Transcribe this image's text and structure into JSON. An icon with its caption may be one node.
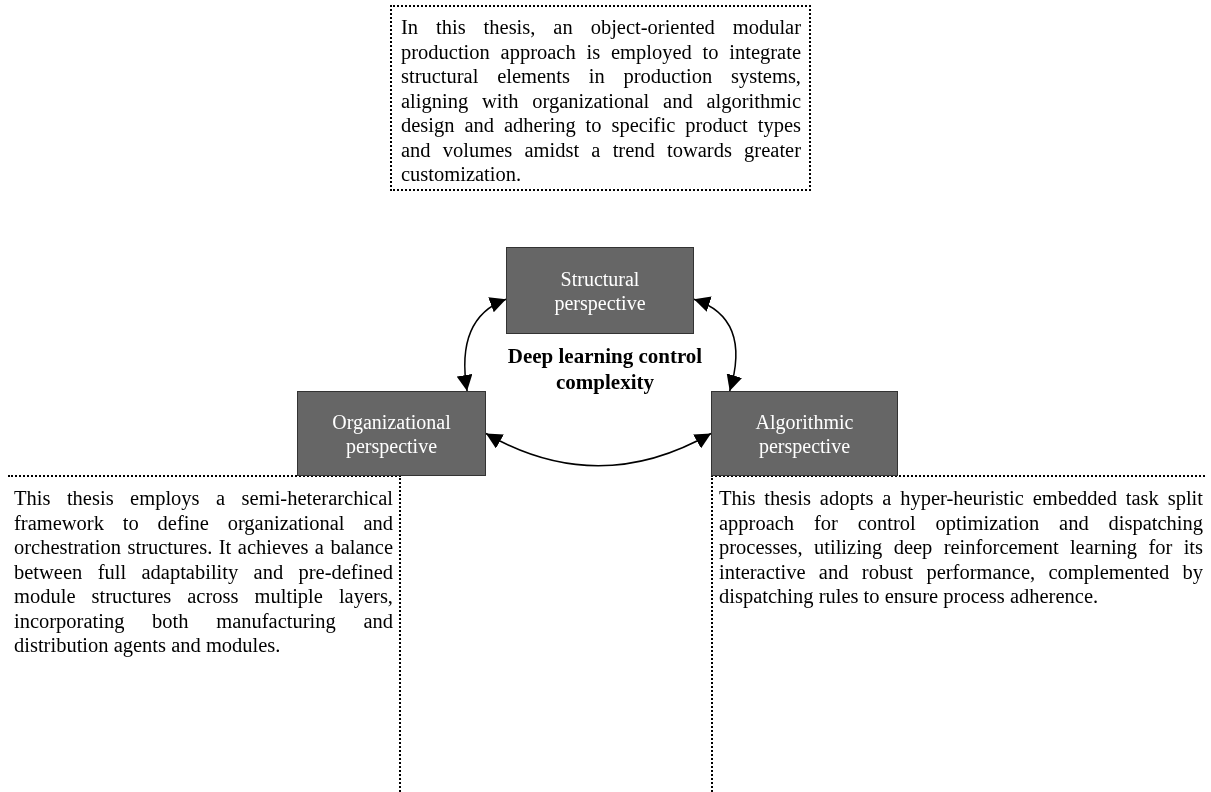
{
  "diagram": {
    "nodes": [
      {
        "text": [
          "In this thesis, an object-oriented modular production approach is employed to integrate structural elements in production systems, aligning with organizational and algorithmic design and adhering to specific product types and volumes amidst a trend towards greater customization."
        ]
      },
      {
        "text": [
          "Structural perspective"
        ]
      },
      {
        "text": [
          "Organizational perspective"
        ]
      },
      {
        "text": [
          "Algorithmic perspective"
        ]
      },
      {
        "text": [
          "This thesis employs a semi-heterarchical framework to define organizational and orchestration structures. It achieves a balance between full adaptability and pre-defined module structures across multiple layers, incorporating both manufacturing and distribution agents and modules."
        ]
      },
      {
        "text": [
          "This thesis adopts a hyper-heuristic embedded task split approach for control optimization and dispatching processes, utilizing deep reinforcement learning for its interactive and robust performance, complemented by dispatching rules to ensure process adherence."
        ]
      }
    ],
    "edges": [
      {
        "from": 1,
        "to": 2,
        "arrow": "both"
      },
      {
        "from": 1,
        "to": 3,
        "arrow": "both"
      },
      {
        "from": 2,
        "to": 3,
        "arrow": "both"
      }
    ],
    "labels": [
      "Deep learning control complexity"
    ]
  }
}
